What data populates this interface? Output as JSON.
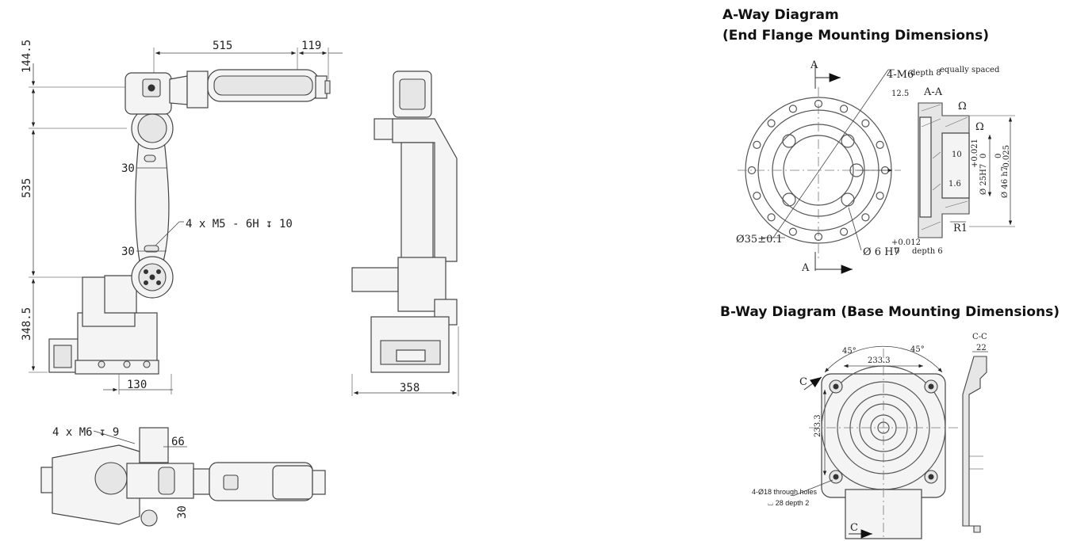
{
  "titles": {
    "a_way_line1": "A-Way Diagram",
    "a_way_line2": "(End Flange Mounting Dimensions)",
    "b_way": "B-Way Diagram (Base Mounting Dimensions)"
  },
  "side_view": {
    "dim_top_515": "515",
    "dim_top_119": "119",
    "dim_left_144_5": "144.5",
    "dim_left_535": "535",
    "dim_left_348_5": "348.5",
    "dim_30_upper": "30",
    "dim_30_lower": "30",
    "thread_note": "4 x M5 - 6H ↧ 10",
    "dim_bottom_130": "130"
  },
  "front_view": {
    "dim_bottom_358": "358"
  },
  "top_view": {
    "thread_note": "4 x M6 ↧ 9",
    "dim_66": "66",
    "dim_30": "30"
  },
  "flange": {
    "hole_note_prefix": "4-M6",
    "hole_note_depth": "depth 8",
    "hole_note_suffix": "equally spaced",
    "dim_12_5": "12.5",
    "section_label": "A-A",
    "dia_35": "Ø35±0.1",
    "dia_6": "Ø 6 H7",
    "tol_6_upper": "+0.012",
    "tol_6_lower": "0",
    "depth_6": "depth 6",
    "label_A_top": "A",
    "label_A_bottom": "A",
    "flatness_1": "Ω",
    "flatness_2": "Ω",
    "dim_10": "10",
    "dim_1_6": "1.6",
    "dia_25": "Ø 25H7",
    "tol_25_upper": "+0.021",
    "tol_25_lower": "0",
    "dia_46": "Ø 46 h7",
    "tol_46_upper": "0",
    "tol_46_lower": "-0.025",
    "radius": "R1"
  },
  "base": {
    "angle_left": "45°",
    "angle_right": "45°",
    "dim_233_h": "233.3",
    "dim_233_v": "233.3",
    "label_C_top": "C",
    "label_C_bottom": "C",
    "section_label": "C-C",
    "dim_22": "22",
    "through_holes": "4-Ø18 through holes",
    "counterbore": "⌴ 28 depth 2"
  }
}
